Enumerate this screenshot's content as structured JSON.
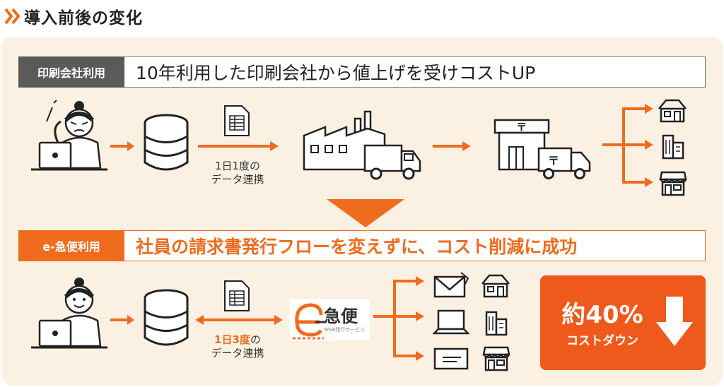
{
  "page_title": "導入前後の変化",
  "colors": {
    "accent": "#ef6c1e",
    "dark": "#5a5a5a",
    "background": "#fbf1e2"
  },
  "before": {
    "label": "印刷会社利用",
    "headline": "10年利用した印刷会社から値上げを受けコストUP",
    "caption_line1": "1日1度の",
    "caption_line2": "データ連携",
    "flow_icons": [
      "worried-person-icon",
      "database-icon",
      "document-icon",
      "factory-icon",
      "delivery-truck-icon",
      "post-office-icon",
      "house-icon",
      "office-building-icon",
      "shop-icon"
    ]
  },
  "after": {
    "label": "e-急便利用",
    "headline": "社員の請求書発行フローを変えずに、コスト削減に成功",
    "caption_highlight": "1日3度",
    "caption_rest": "の",
    "caption_line2": "データ連携",
    "logo_main": "急便",
    "logo_sub": "WEB発行サービス",
    "flow_icons": [
      "happy-person-icon",
      "database-icon",
      "document-icon",
      "e-kyubin-logo",
      "envelope-icon",
      "laptop-icon",
      "letter-icon",
      "house-icon",
      "office-building-icon",
      "shop-icon"
    ],
    "result_value": "約40%",
    "result_label": "コストダウン"
  }
}
